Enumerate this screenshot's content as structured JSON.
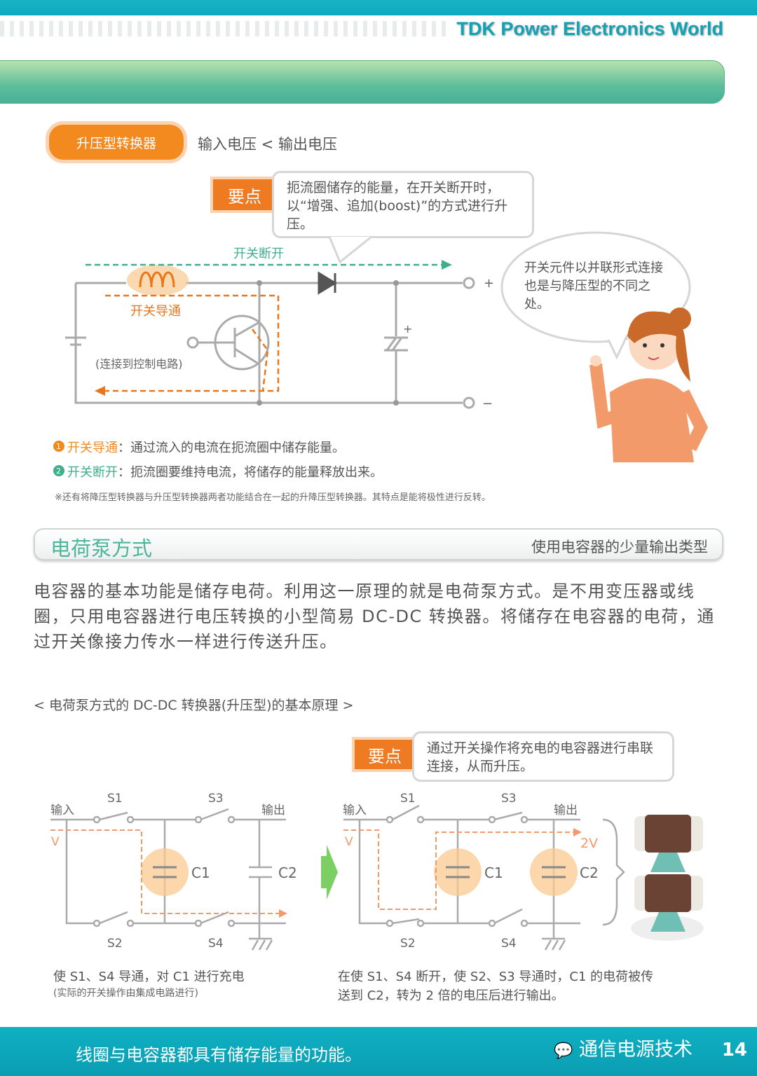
{
  "header": {
    "brand": "TDK Power Electronics World"
  },
  "boost": {
    "label": "升压型转换器",
    "relation": "输入电压 < 输出电压",
    "key_label": "要点",
    "key_text": "扼流圈储存的能量，在开关断开时，以“增强、追加(boost)”的方式进行升压。",
    "switch_off": "开关断开",
    "switch_on": "开关导通",
    "control": "(连接到控制电路)",
    "plus": "+",
    "minus": "−",
    "cap_plus": "+",
    "speech": "开关元件以并联形式连接也是与降压型的不同之处。",
    "notes": [
      {
        "num": "1",
        "term": "开关导通",
        "text": "：通过流入的电流在扼流圈中储存能量。",
        "color": "#f08a1c"
      },
      {
        "num": "2",
        "term": "开关断开",
        "text": "：扼流圈要维持电流，将储存的能量释放出来。",
        "color": "#3fae8c"
      }
    ],
    "footnote": "※还有将降压型转换器与升压型转换器两者功能结合在一起的升降压型转换器。其特点是能将极性进行反转。"
  },
  "section": {
    "title": "电荷泵方式",
    "subtitle": "使用电容器的少量输出类型"
  },
  "paragraph": "电容器的基本功能是储存电荷。利用这一原理的就是电荷泵方式。是不用变压器或线圈，只用电容器进行电压转换的小型简易 DC-DC 转换器。将储存在电容器的电荷，通过开关像接力传水一样进行传送升压。",
  "caption": "< 电荷泵方式的 DC-DC 转换器(升压型)的基本原理 >",
  "pump": {
    "key_label": "要点",
    "key_text": "通过开关操作将充电的电容器进行串联连接，从而升压。",
    "in": "输入",
    "out": "输出",
    "v": "V",
    "v2": "2V",
    "s1": "S1",
    "s2": "S2",
    "s3": "S3",
    "s4": "S4",
    "c1": "C1",
    "c2": "C2",
    "left_desc": "使 S1、S4 导通，对 C1 进行充电",
    "left_sub": "(实际的开关操作由集成电路进行)",
    "right_desc_1": "在使 S1、S4 断开，使 S2、S3 导通时，C1 的电荷被传",
    "right_desc_2": "送到 C2，转为 2 倍的电压后进行输出。"
  },
  "footer": {
    "text": "线圈与电容器都具有储存能量的功能。",
    "watermark": "通信电源技术",
    "page": "14"
  },
  "colors": {
    "teal": "#0fa9bd",
    "orange": "#ee7a21",
    "green": "#4db59a"
  }
}
